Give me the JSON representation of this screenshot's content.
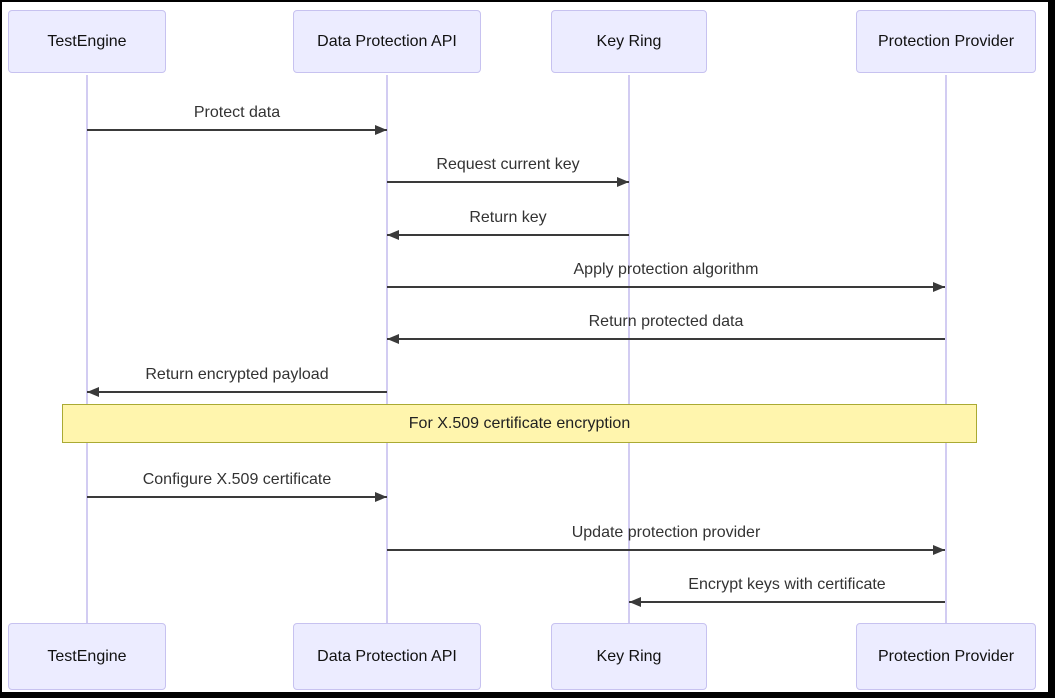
{
  "diagram": {
    "type": "sequence-diagram",
    "actors": [
      {
        "name": "TestEngine"
      },
      {
        "name": "Data Protection API"
      },
      {
        "name": "Key Ring"
      },
      {
        "name": "Protection Provider"
      }
    ],
    "messages": [
      {
        "from": "TestEngine",
        "to": "Data Protection API",
        "label": "Protect data",
        "direction": "right",
        "style": "solid"
      },
      {
        "from": "Data Protection API",
        "to": "Key Ring",
        "label": "Request current key",
        "direction": "right",
        "style": "solid"
      },
      {
        "from": "Key Ring",
        "to": "Data Protection API",
        "label": "Return key",
        "direction": "left",
        "style": "solid"
      },
      {
        "from": "Data Protection API",
        "to": "Protection Provider",
        "label": "Apply protection algorithm",
        "direction": "right",
        "style": "solid"
      },
      {
        "from": "Protection Provider",
        "to": "Data Protection API",
        "label": "Return protected data",
        "direction": "left",
        "style": "solid"
      },
      {
        "from": "Data Protection API",
        "to": "TestEngine",
        "label": "Return encrypted payload",
        "direction": "left",
        "style": "solid"
      },
      {
        "from": "TestEngine",
        "to": "Data Protection API",
        "label": "Configure X.509 certificate",
        "direction": "right",
        "style": "solid"
      },
      {
        "from": "Data Protection API",
        "to": "Protection Provider",
        "label": "Update protection provider",
        "direction": "right",
        "style": "solid"
      },
      {
        "from": "Protection Provider",
        "to": "Key Ring",
        "label": "Encrypt keys with certificate",
        "direction": "left",
        "style": "solid"
      }
    ],
    "note": {
      "over": "all actors",
      "label": "For X.509 certificate encryption"
    },
    "colors": {
      "actor_fill": "#ECECFF",
      "actor_border": "#c7c2f0",
      "lifeline": "#d2ccf2",
      "arrow": "#3a3a3a",
      "note_fill": "#fff5ad",
      "note_border": "#aaaa33",
      "background": "#ffffff",
      "frame": "#000000"
    }
  }
}
